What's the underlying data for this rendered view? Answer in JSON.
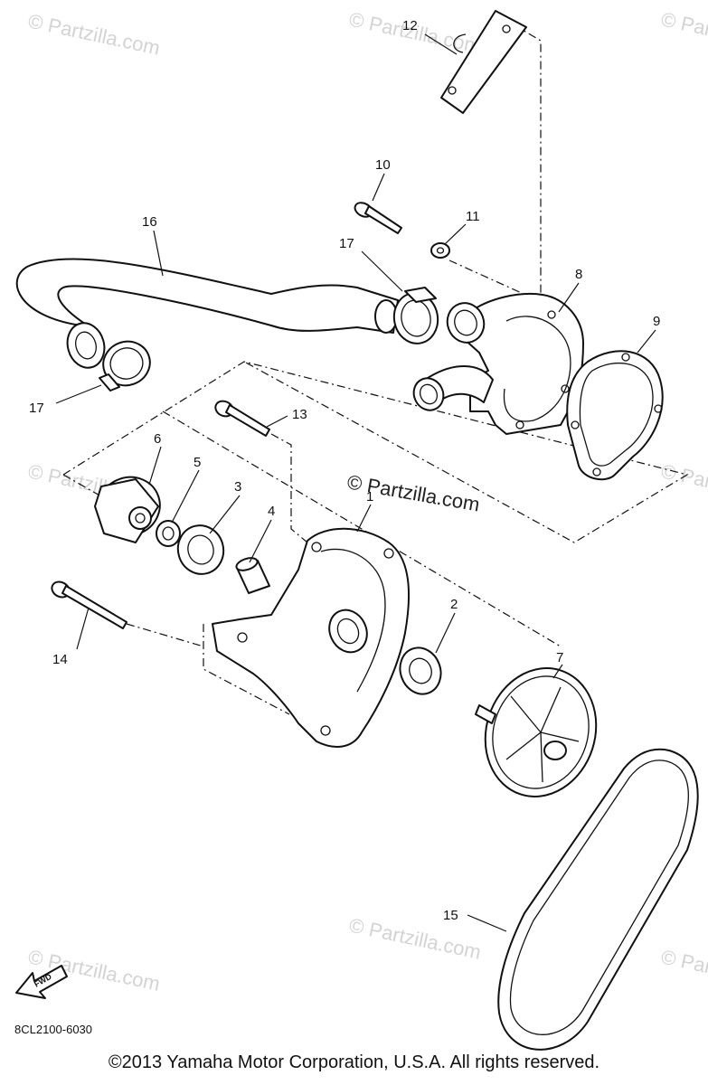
{
  "diagram": {
    "code": "8CL2100-6030",
    "copyright": "©2013 Yamaha Motor Corporation, U.S.A. All rights reserved.",
    "watermark_main": "© Partzilla.com",
    "watermark_faint": "© Partzilla.com",
    "fwd_label": "FWD",
    "callouts": {
      "c1": "1",
      "c2": "2",
      "c3": "3",
      "c4": "4",
      "c5": "5",
      "c6": "6",
      "c7": "7",
      "c8": "8",
      "c9": "9",
      "c10": "10",
      "c11": "11",
      "c12": "12",
      "c13": "13",
      "c14": "14",
      "c15": "15",
      "c16": "16",
      "c17a": "17",
      "c17b": "17"
    }
  }
}
